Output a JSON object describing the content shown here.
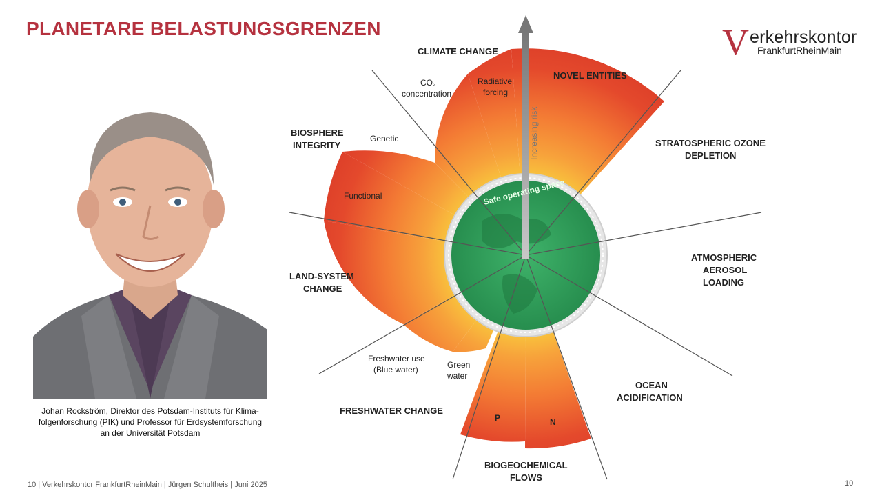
{
  "slide": {
    "title": "PLANETARE BELASTUNGSGRENZEN",
    "footer": "10  |  Verkehrskontor FrankfurtRheinMain | Jürgen Schultheis | Juni 2025",
    "page_number": "10"
  },
  "logo": {
    "mark": "V",
    "top": "erkehrskontor",
    "bottom": "FrankfurtRheinMain"
  },
  "photo": {
    "caption_lines": [
      "Johan Rockström, Direktor des Potsdam-Instituts für Klima-",
      "folgenforschung (PIK) und Professor für Erdsystemforschung",
      "an der Universität  Potsdam"
    ]
  },
  "diagram": {
    "center_label": "Safe operating space",
    "axis_label": "Increasing risk",
    "boundaries": [
      {
        "name": "CLIMATE CHANGE",
        "sub": [
          "CO2 concentration",
          "Radiative forcing"
        ]
      },
      {
        "name": "NOVEL ENTITIES"
      },
      {
        "name": "STRATOSPHERIC OZONE DEPLETION"
      },
      {
        "name": "ATMOSPHERIC AEROSOL LOADING"
      },
      {
        "name": "OCEAN ACIDIFICATION"
      },
      {
        "name": "BIOGEOCHEMICAL FLOWS",
        "sub": [
          "P",
          "N"
        ]
      },
      {
        "name": "FRESHWATER CHANGE",
        "sub": [
          "Freshwater use (Blue water)",
          "Green water"
        ]
      },
      {
        "name": "LAND-SYSTEM CHANGE"
      },
      {
        "name": "BIOSPHERE INTEGRITY",
        "sub": [
          "Genetic",
          "Functional"
        ]
      }
    ],
    "text": {
      "climate": "CLIMATE CHANGE",
      "co2_a": "CO₂",
      "co2_b": "concentration",
      "rad_a": "Radiative",
      "rad_b": "forcing",
      "novel": "NOVEL ENTITIES",
      "ozone_a": "STRATOSPHERIC OZONE",
      "ozone_b": "DEPLETION",
      "aero_a": "ATMOSPHERIC",
      "aero_b": "AEROSOL",
      "aero_c": "LOADING",
      "ocean_a": "OCEAN",
      "ocean_b": "ACIDIFICATION",
      "bio_a": "BIOGEOCHEMICAL",
      "bio_b": "FLOWS",
      "p": "P",
      "n": "N",
      "fresh": "FRESHWATER CHANGE",
      "blue_a": "Freshwater use",
      "blue_b": "(Blue water)",
      "green_a": "Green",
      "green_b": "water",
      "land_a": "LAND-SYSTEM",
      "land_b": "CHANGE",
      "biosph_a": "BIOSPHERE",
      "biosph_b": "INTEGRITY",
      "genetic": "Genetic",
      "functional": "Functional"
    }
  },
  "colors": {
    "accent": "#b5323f",
    "safe_green": "#2e9a55",
    "danger_red": "#e0432b",
    "warning_orange": "#f7a23b"
  }
}
